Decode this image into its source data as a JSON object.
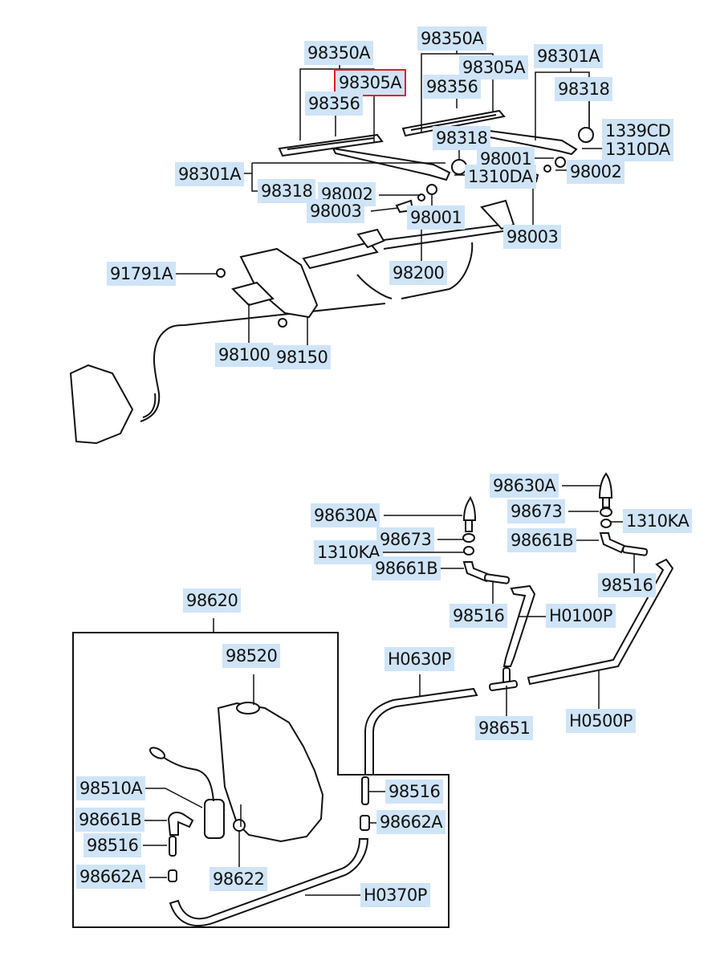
{
  "diagram": {
    "title": "Windshield Wiper & Washer Parts Diagram",
    "highlight_color": "#e02020",
    "label_bg_color": "#cfe4f7",
    "selected_part": "98305A",
    "upper_group": {
      "name": "wiper-assembly",
      "labels": [
        {
          "id": "l1",
          "text": "98350A"
        },
        {
          "id": "l2",
          "text": "98305A",
          "highlighted": true
        },
        {
          "id": "l3",
          "text": "98356"
        },
        {
          "id": "l4",
          "text": "98350A"
        },
        {
          "id": "l5",
          "text": "98305A"
        },
        {
          "id": "l6",
          "text": "98356"
        },
        {
          "id": "l7",
          "text": "98301A"
        },
        {
          "id": "l8",
          "text": "98318"
        },
        {
          "id": "l9",
          "text": "1339CD"
        },
        {
          "id": "l10",
          "text": "1310DA"
        },
        {
          "id": "l11",
          "text": "98318"
        },
        {
          "id": "l12",
          "text": "98001"
        },
        {
          "id": "l13",
          "text": "1310DA"
        },
        {
          "id": "l14",
          "text": "98002"
        },
        {
          "id": "l15",
          "text": "98301A"
        },
        {
          "id": "l16",
          "text": "98318"
        },
        {
          "id": "l17",
          "text": "98002"
        },
        {
          "id": "l18",
          "text": "98003"
        },
        {
          "id": "l19",
          "text": "98001"
        },
        {
          "id": "l20",
          "text": "98003"
        },
        {
          "id": "l21",
          "text": "91791A"
        },
        {
          "id": "l22",
          "text": "98200"
        },
        {
          "id": "l23",
          "text": "98100"
        },
        {
          "id": "l24",
          "text": "98150"
        }
      ]
    },
    "lower_group": {
      "name": "washer-assembly",
      "labels": [
        {
          "id": "m1",
          "text": "98630A"
        },
        {
          "id": "m2",
          "text": "98673"
        },
        {
          "id": "m3",
          "text": "1310KA"
        },
        {
          "id": "m4",
          "text": "98661B"
        },
        {
          "id": "m5",
          "text": "98516"
        },
        {
          "id": "m6",
          "text": "98630A"
        },
        {
          "id": "m7",
          "text": "98673"
        },
        {
          "id": "m8",
          "text": "1310KA"
        },
        {
          "id": "m9",
          "text": "98661B"
        },
        {
          "id": "m10",
          "text": "98516"
        },
        {
          "id": "m11",
          "text": "H0100P"
        },
        {
          "id": "m12",
          "text": "98620"
        },
        {
          "id": "m13",
          "text": "98520"
        },
        {
          "id": "m14",
          "text": "H0630P"
        },
        {
          "id": "m15",
          "text": "98651"
        },
        {
          "id": "m16",
          "text": "H0500P"
        },
        {
          "id": "m17",
          "text": "98510A"
        },
        {
          "id": "m18",
          "text": "98516"
        },
        {
          "id": "m19",
          "text": "98661B"
        },
        {
          "id": "m20",
          "text": "98662A"
        },
        {
          "id": "m21",
          "text": "98516"
        },
        {
          "id": "m22",
          "text": "98662A"
        },
        {
          "id": "m23",
          "text": "98622"
        },
        {
          "id": "m24",
          "text": "H0370P"
        }
      ]
    }
  }
}
